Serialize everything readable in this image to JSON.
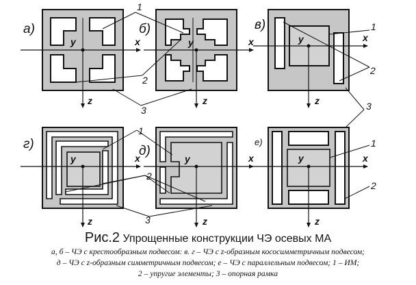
{
  "panels": [
    {
      "letter": "а)",
      "y": "y",
      "x": "x",
      "z": "z"
    },
    {
      "letter": "б)",
      "y": "y",
      "x": "x",
      "z": "z"
    },
    {
      "letter": "в)",
      "y": "y",
      "x": "x",
      "z": "z"
    },
    {
      "letter": "г)",
      "y": "y",
      "x": "x",
      "z": "z"
    },
    {
      "letter": "д)",
      "y": "y",
      "x": "x",
      "z": "z"
    },
    {
      "letter": "е)",
      "y": "y",
      "x": "x",
      "z": "z"
    }
  ],
  "callouts": {
    "top": {
      "n1": "1",
      "n1b": "1",
      "n2": "2",
      "n2b": "2",
      "n3": "3"
    },
    "bottom": {
      "n1": "1",
      "n1b": "1",
      "n2": "2",
      "n2b": "2",
      "n3": "3"
    },
    "shared3": "3"
  },
  "caption": {
    "fig_label": "Рис.2",
    "fig_title": "Упрощенные конструкции ЧЭ осевых МА",
    "line1": "а, б – ЧЭ с крестообразным подвесом: в. г – ЧЭ с z-образным кососимметричным подвесом;",
    "line2": "д – ЧЭ с z-образным симметричным подвесом; е – ЧЭ с параллельным подвесом; 1 – ИМ;",
    "line3": "2 – упругие элементы; 3 – опорная рамка"
  },
  "colors": {
    "frame": "#c6c6c6",
    "mass": "#d2d2d2",
    "line": "#111111"
  }
}
